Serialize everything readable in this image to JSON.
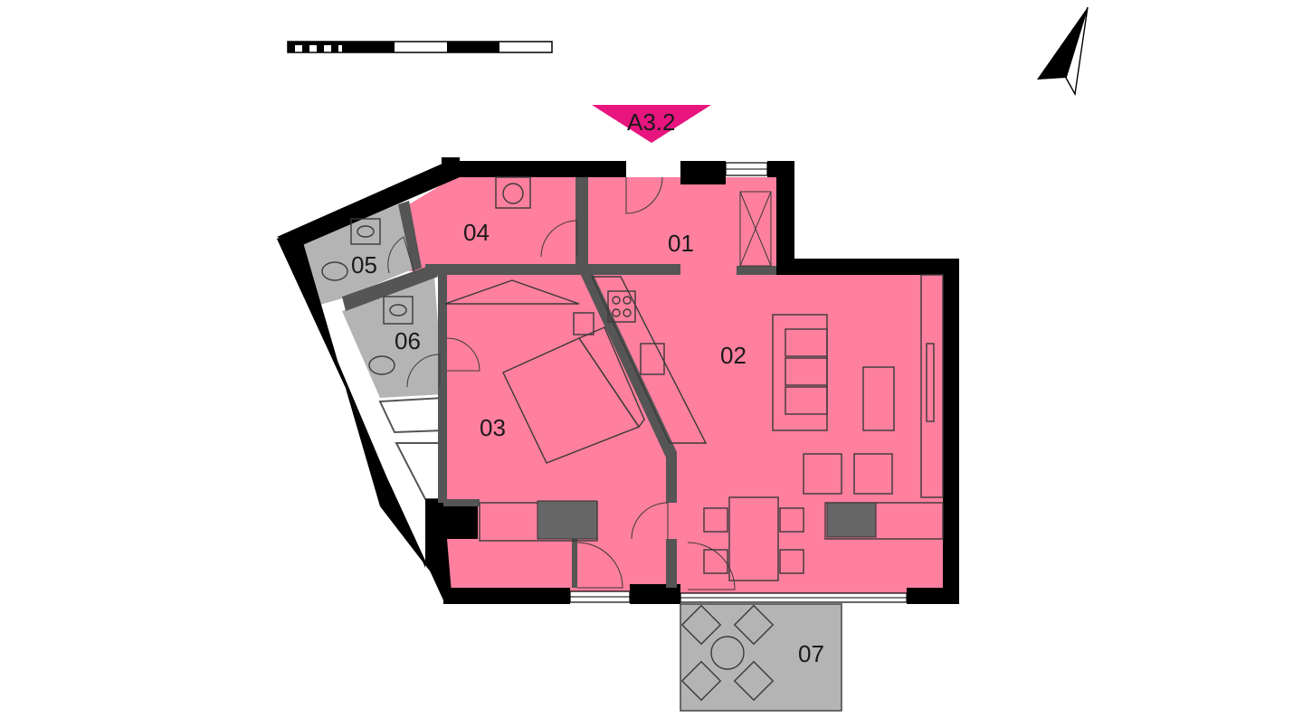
{
  "apartment": {
    "code": "A3.2"
  },
  "colors": {
    "living_area": "#ff7f9e",
    "wet_room": "#b4b4b4",
    "tag": "#e8157f",
    "wall": "#000000",
    "inner_wall": "#555555"
  },
  "rooms": [
    {
      "id": "01",
      "kind": "living"
    },
    {
      "id": "02",
      "kind": "living"
    },
    {
      "id": "03",
      "kind": "living"
    },
    {
      "id": "04",
      "kind": "living"
    },
    {
      "id": "05",
      "kind": "wet"
    },
    {
      "id": "06",
      "kind": "wet"
    },
    {
      "id": "07",
      "kind": "balcony"
    }
  ],
  "icons": {
    "north_arrow": "north-arrow-icon",
    "scale_bar": "scale-bar-icon"
  }
}
